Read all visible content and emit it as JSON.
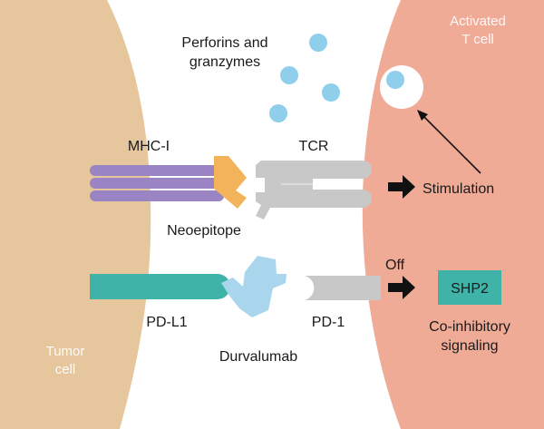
{
  "cells": {
    "tumor": {
      "line1": "Tumor",
      "line2": "cell",
      "color": "#e6c79d"
    },
    "tcell": {
      "line1": "Activated",
      "line2": "T cell",
      "color": "#f0ab96"
    }
  },
  "labels": {
    "perforins_line1": "Perforins and",
    "perforins_line2": "granzymes",
    "mhc": "MHC-I",
    "tcr": "TCR",
    "neoepitope": "Neoepitope",
    "stimulation": "Stimulation",
    "off": "Off",
    "shp2": "SHP2",
    "coinhib_line1": "Co-inhibitory",
    "coinhib_line2": "signaling",
    "pdl1": "PD-L1",
    "pd1": "PD-1",
    "durvalumab": "Durvalumab"
  },
  "colors": {
    "mhc": "#9b84c4",
    "neoepitope": "#f2b35a",
    "tcr": "#c8c8c8",
    "pdl1": "#3fb3a8",
    "antibody": "#a9d6ec",
    "granule": "#8fcfec",
    "arrow": "#111111"
  }
}
